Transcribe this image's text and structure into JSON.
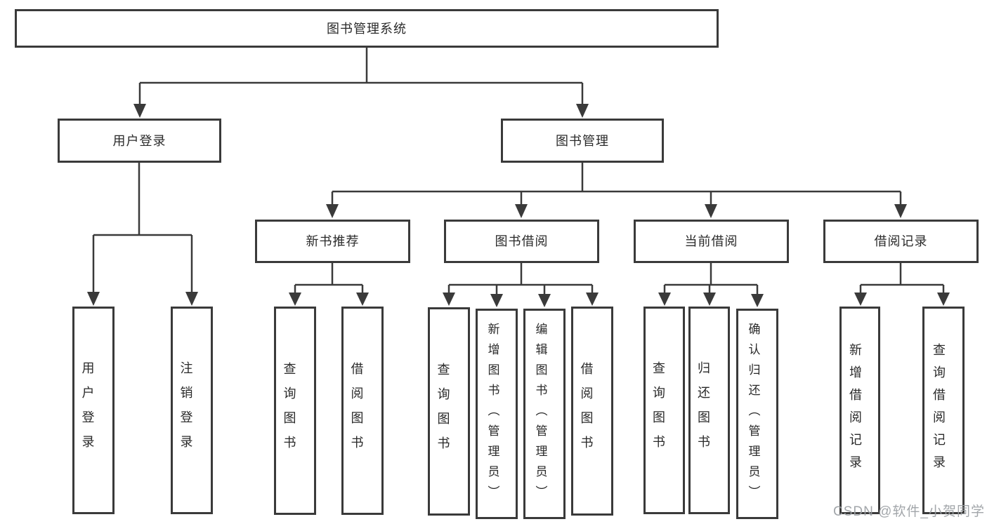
{
  "title": {
    "label": "图书管理系统"
  },
  "branches": [
    {
      "label": "用户登录",
      "children": [
        {
          "label": "用户登录"
        },
        {
          "label": "注销登录"
        }
      ]
    },
    {
      "label": "图书管理",
      "children": [
        {
          "label": "新书推荐",
          "children": [
            {
              "label": "查询图书"
            },
            {
              "label": "借阅图书"
            }
          ]
        },
        {
          "label": "图书借阅",
          "children": [
            {
              "label": "查询图书"
            },
            {
              "label": "新增图书（管理员）"
            },
            {
              "label": "编辑图书（管理员）"
            },
            {
              "label": "借阅图书"
            }
          ]
        },
        {
          "label": "当前借阅",
          "children": [
            {
              "label": "查询图书"
            },
            {
              "label": "归还图书"
            },
            {
              "label": "确认归还（管理员）"
            }
          ]
        },
        {
          "label": "借阅记录",
          "children": [
            {
              "label": "新增借阅记录"
            },
            {
              "label": "查询借阅记录"
            }
          ]
        }
      ]
    }
  ],
  "watermark": {
    "text": "CSDN @软件_小贺同学"
  },
  "colors": {
    "line": "#3a3a3a",
    "text": "#2a2a2a",
    "watermark": "#9b9fa3",
    "background": "#ffffff"
  }
}
